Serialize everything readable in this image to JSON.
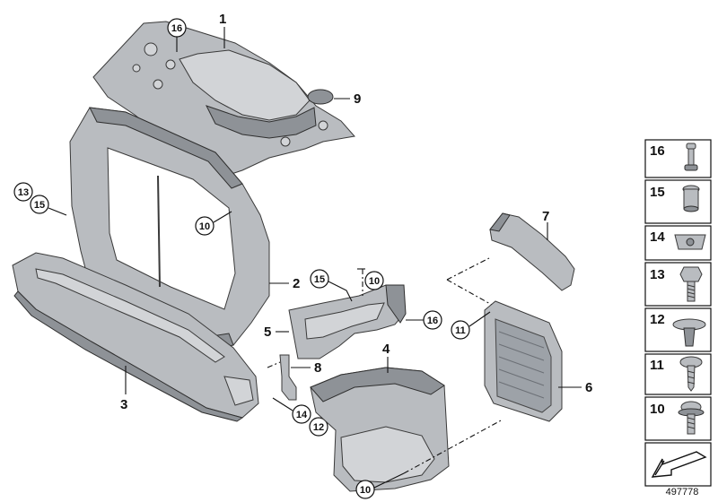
{
  "callouts": {
    "c1": "1",
    "c2": "2",
    "c3": "3",
    "c4": "4",
    "c5": "5",
    "c6": "6",
    "c7": "7",
    "c8": "8",
    "c9": "9"
  },
  "circled": {
    "c16_top": "16",
    "c13": "13",
    "c15_left": "15",
    "c10_frame": "10",
    "c15_mid": "15",
    "c10_mid": "10",
    "c16_mid": "16",
    "c11": "11",
    "c14": "14",
    "c12": "12",
    "c10_bottom": "10"
  },
  "legend": [
    {
      "num": "16",
      "icon": "rivet-icon"
    },
    {
      "num": "15",
      "icon": "blind-rivet-nut-icon"
    },
    {
      "num": "14",
      "icon": "spring-nut-icon"
    },
    {
      "num": "13",
      "icon": "hex-bolt-icon"
    },
    {
      "num": "12",
      "icon": "expanding-rivet-icon"
    },
    {
      "num": "11",
      "icon": "torx-screw-icon"
    },
    {
      "num": "10",
      "icon": "torx-bolt-washer-icon"
    }
  ],
  "figure_number": "497778",
  "colors": {
    "part": "#b9bcc0",
    "line": "#111111"
  }
}
